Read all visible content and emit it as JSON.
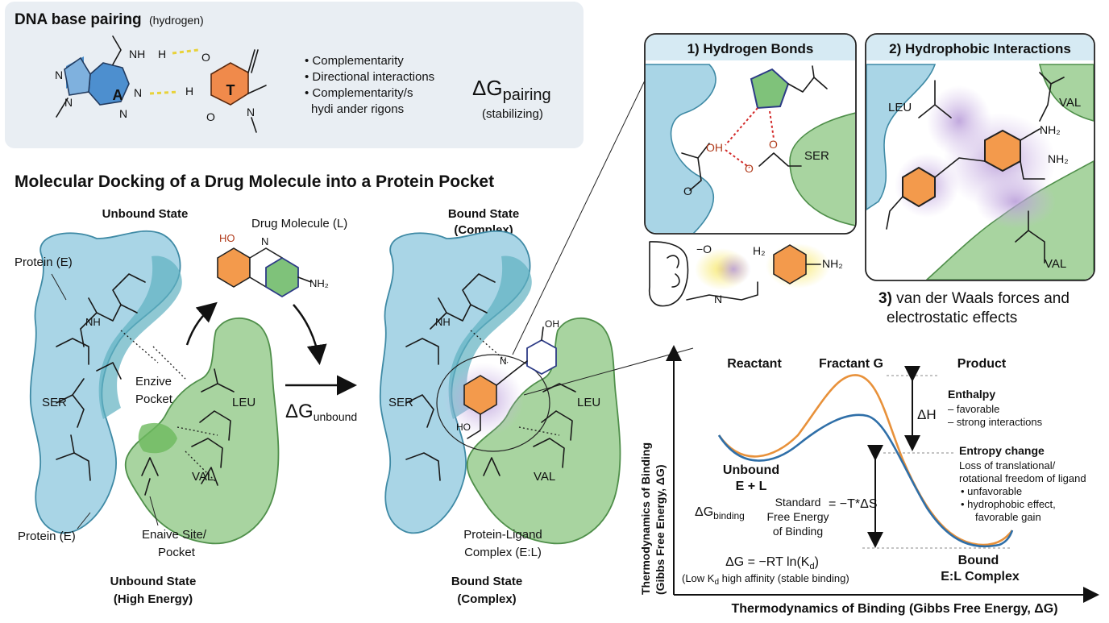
{
  "dna_panel": {
    "title": "DNA base pairing",
    "title_note": "(hydrogen)",
    "base_a": "A",
    "base_t": "T",
    "atoms": {
      "nh": "NH",
      "h": "H",
      "o": "O",
      "n": "N"
    },
    "bullets": [
      "Complementarity",
      "Directional interactions",
      "Complementarity/s",
      "hydi ander rigons"
    ],
    "dg_symbol": "ΔG",
    "dg_sub": "pairing",
    "dg_note": "(stabilizing)"
  },
  "main_title": "Molecular Docking of a Drug Molecule into a Protein Pocket",
  "unbound": {
    "header": "Unbound State",
    "protein_label_top": "Protein (E)",
    "protein_label_bottom": "Protein (E)",
    "drug_label": "Drug Molecule (L)",
    "drug_ho": "HO",
    "drug_n": "N",
    "drug_nh2": "NH₂",
    "pocket_label_1": "Enzive",
    "pocket_label_2": "Pocket",
    "ser": "SER",
    "leu": "LEU",
    "val": "VAL",
    "nh": "NH",
    "site_label_1": "Enaive Site/",
    "site_label_2": "Pocket",
    "footer_1": "Unbound State",
    "footer_2": "(High Energy)"
  },
  "arrow": {
    "dg": "ΔG",
    "sub": "unbound"
  },
  "bound": {
    "header_1": "Bound State",
    "header_2": "(Complex)",
    "ser": "SER",
    "leu": "LEU",
    "val": "VAL",
    "nh": "NH",
    "oh": "OH",
    "ho": "HO",
    "n": "N",
    "complex_1": "Protein-Ligand",
    "complex_2": "Complex (E:L)",
    "footer_1": "Bound State",
    "footer_2": "(Complex)"
  },
  "hbond_panel": {
    "title": "1) Hydrogen Bonds",
    "oh": "OH",
    "o1": "O",
    "o2": "O",
    "o3": "O",
    "ser": "SER"
  },
  "hydro_panel": {
    "title": "2) Hydrophobic Interactions",
    "leu": "LEU",
    "val1": "VAL",
    "val2": "VAL",
    "nh2a": "NH₂",
    "nh2b": "NH₂"
  },
  "vdw": {
    "o_minus": "−O",
    "h2": "H₂",
    "n": "N",
    "nh2": "NH₂",
    "line1_num": "3)",
    "line1": " van der Waals forces and",
    "line2": "electrostatic effects"
  },
  "energy_diagram": {
    "y_axis_1": "Thermodynamics of Binding",
    "y_axis_2": "(Gibbs Free Energy, ΔG)",
    "x_axis": "Thermodynamics of Binding (Gibbs Free Energy, ΔG)",
    "reactant": "Reactant",
    "transition": "Fractant G",
    "product": "Product",
    "dh": "ΔH",
    "enthalpy_title": "Enthalpy",
    "enthalpy_1": "– favorable",
    "enthalpy_2": "– strong interactions",
    "entropy_title": "Entropy change",
    "entropy_1": "Loss of translational/",
    "entropy_2": "rotational freedom of ligand",
    "entropy_b1": "unfavorable",
    "entropy_b2": "hydrophobic effect,",
    "entropy_b3": "favorable gain",
    "unbound_1": "Unbound",
    "unbound_2": "E + L",
    "dg_binding": "ΔG",
    "dg_binding_sub": "binding",
    "std_1": "Standard",
    "std_2": "Free Energy",
    "std_3": "of Binding",
    "tds": "= −T*ΔS",
    "eq": "ΔG = −RT ln(K",
    "eq_sub": "d",
    "eq_end": ")",
    "note": "(Low K",
    "note_sub": "d",
    "note_end": " high affinity (stable binding)",
    "bound_1": "Bound",
    "bound_2": "E:L Complex",
    "orange_color": "#e8913a",
    "blue_color": "#2f6fa8"
  }
}
